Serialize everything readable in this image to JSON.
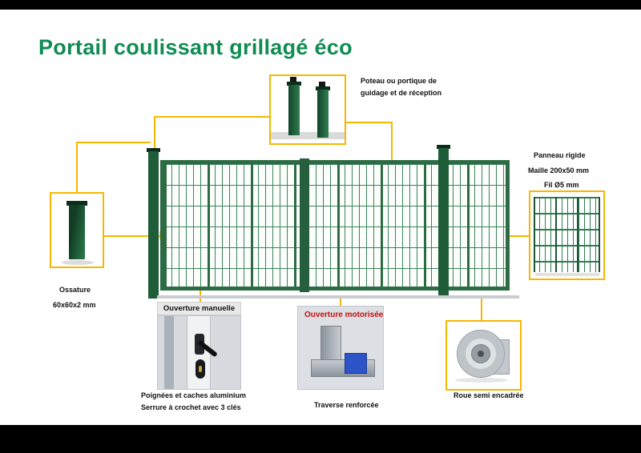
{
  "page": {
    "title": "Portail coulissant grillagé éco"
  },
  "labels": {
    "guide_post": [
      "Poteau ou portique de",
      "guidage et de réception"
    ],
    "panel": [
      "Panneau rigide",
      "Maille 200x50 mm",
      "Fil Ø5 mm"
    ],
    "frame": [
      "Ossature",
      "60x60x2 mm"
    ],
    "manual_title": "Ouverture manuelle",
    "manual_captions": [
      "Poignées et caches aluminium",
      "Serrure à crochet avec 3 clés"
    ],
    "motorized_title": "Ouverture motorisée",
    "motorized_caption": "Traverse renforcée",
    "wheel_caption": "Roue semi encadrée"
  },
  "colors": {
    "title_green": "#0e8c52",
    "gate_green": "#2c6b44",
    "accent_yellow": "#f6b700",
    "motorized_red": "#c11111"
  }
}
